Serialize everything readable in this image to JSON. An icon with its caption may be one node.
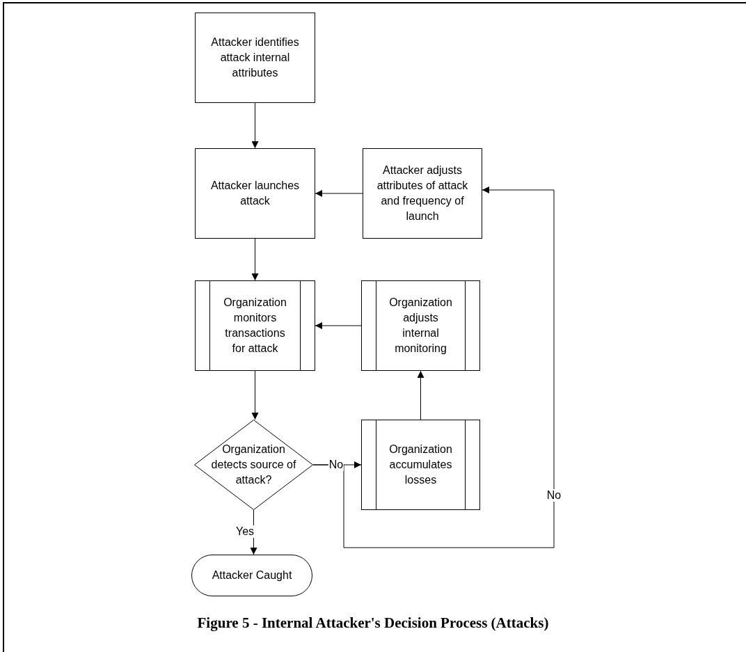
{
  "diagram": {
    "caption": "Figure 5 - Internal Attacker's Decision Process (Attacks)",
    "nodes": [
      {
        "text": [
          "Attacker identifies attack internal attributes"
        ]
      },
      {
        "text": [
          "Attacker launches attack"
        ]
      },
      {
        "text": [
          "Attacker adjusts attributes of attack and  frequency of launch"
        ]
      },
      {
        "text": [
          "Organization monitors transactions for attack"
        ]
      },
      {
        "text": [
          "Organization adjusts internal monitoring"
        ]
      },
      {
        "text": [
          "Organization detects source of attack?"
        ]
      },
      {
        "text": [
          "Organization accumulates losses"
        ]
      },
      {
        "text": [
          "Attacker Caught"
        ]
      }
    ],
    "edges": [
      {
        "from": 0,
        "to": 1,
        "arrow": "to"
      },
      {
        "from": 2,
        "to": 1,
        "arrow": "to"
      },
      {
        "from": 1,
        "to": 3,
        "arrow": "to"
      },
      {
        "from": 4,
        "to": 3,
        "arrow": "to"
      },
      {
        "from": 3,
        "to": 5,
        "arrow": "to"
      },
      {
        "from": 5,
        "to": 6,
        "arrow": "to",
        "label": "No"
      },
      {
        "from": 6,
        "to": 4,
        "arrow": "to"
      },
      {
        "from": 5,
        "to": 7,
        "arrow": "to",
        "label": "Yes"
      },
      {
        "from": 5,
        "to": 2,
        "arrow": "to",
        "label": "No"
      }
    ]
  }
}
